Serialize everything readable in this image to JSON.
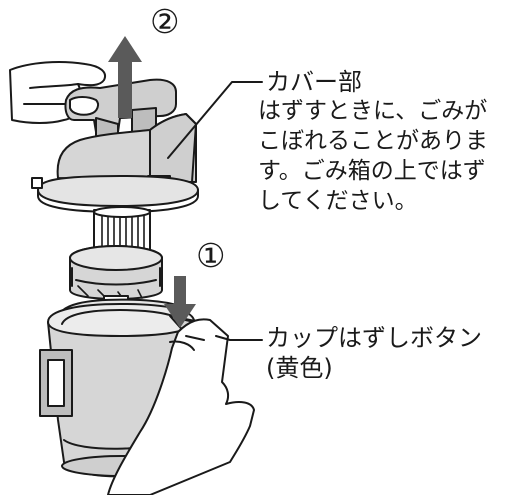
{
  "steps": {
    "step1": "①",
    "step2": "②"
  },
  "labels": {
    "cover": {
      "title": "カバー部",
      "note_lines": [
        "はずすときに、ごみが",
        "こぼれることがありま",
        "す。ごみ箱の上ではず",
        "してください。"
      ]
    },
    "cup_release": {
      "lines": [
        "カップはずしボタン",
        "(黄色)"
      ]
    }
  },
  "colors": {
    "body_gray": "#d6d6d6",
    "dark_gray": "#9a9a9a",
    "arrow": "#5a5a5a",
    "line": "#1a1a1a",
    "hand": "#ffffff"
  },
  "icons": {
    "arrow_up": "up-arrow-icon",
    "arrow_down": "down-arrow-icon"
  }
}
